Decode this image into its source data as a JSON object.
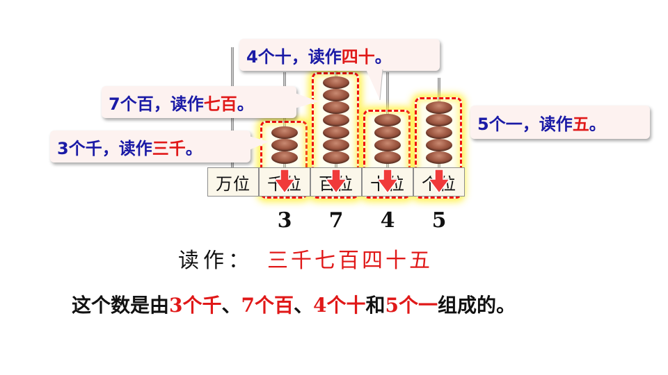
{
  "abacus": {
    "place_labels": [
      "万位",
      "千位",
      "百位",
      "十位",
      "个位"
    ],
    "bead_counts": [
      0,
      3,
      7,
      4,
      5
    ],
    "digits": [
      "3",
      "7",
      "4",
      "5"
    ]
  },
  "callouts": {
    "ten": {
      "pre": "4个十，读作",
      "red": "四十",
      "post": "。"
    },
    "hundred": {
      "pre": "7个百，读作",
      "red": "七百",
      "post": "。"
    },
    "thousand": {
      "pre": "3个千，读作",
      "red": "三千",
      "post": "。"
    },
    "one": {
      "pre": "5个一，读作",
      "red": "五",
      "post": "。"
    }
  },
  "reading": {
    "label": "读作：",
    "value": "三千七百四十五"
  },
  "sentence": {
    "p1": "这个数是由",
    "r1": "3个千",
    "p2": "、",
    "r2": "7个百",
    "p3": "、",
    "r3": "4个十",
    "p4": "和",
    "r4": "5个一",
    "p5": "组成的。"
  },
  "colors": {
    "red": "#e01818",
    "blue": "#1a1aa6",
    "bead": "#8b4a37",
    "glow": "#fff03c"
  }
}
